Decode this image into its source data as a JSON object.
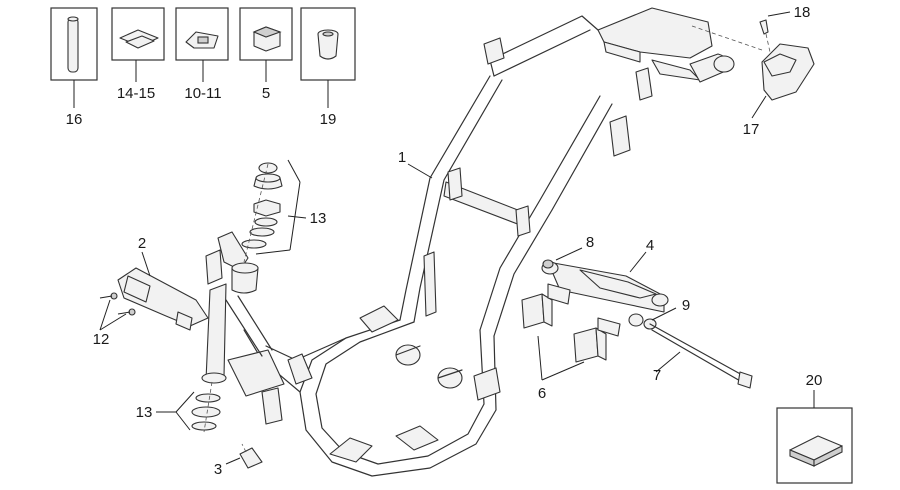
{
  "diagram": {
    "boxes": [
      {
        "label": "16"
      },
      {
        "label": "14-15"
      },
      {
        "label": "10-11"
      },
      {
        "label": "5"
      },
      {
        "label": "19"
      },
      {
        "label": "20"
      }
    ],
    "callouts": [
      {
        "label": "1"
      },
      {
        "label": "2"
      },
      {
        "label": "3"
      },
      {
        "label": "4"
      },
      {
        "label": "6"
      },
      {
        "label": "7"
      },
      {
        "label": "8"
      },
      {
        "label": "9"
      },
      {
        "label": "12"
      },
      {
        "label": "13"
      },
      {
        "label": "13"
      },
      {
        "label": "17"
      },
      {
        "label": "18"
      }
    ]
  }
}
